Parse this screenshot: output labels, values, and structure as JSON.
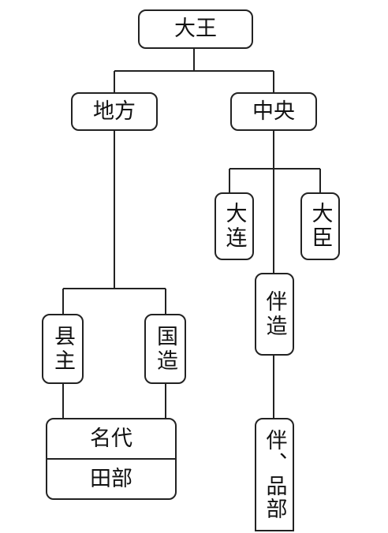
{
  "root": {
    "label": "大王"
  },
  "regional": {
    "label": "地方",
    "children": [
      {
        "label": "县主"
      },
      {
        "label": "国造"
      }
    ],
    "below": {
      "top": "名代",
      "bottom": "田部"
    }
  },
  "central": {
    "label": "中央",
    "children": [
      {
        "label": "大连"
      },
      {
        "label": "大臣"
      }
    ],
    "chain": [
      {
        "label": "伴造"
      },
      {
        "label": "伴、品部"
      }
    ]
  }
}
